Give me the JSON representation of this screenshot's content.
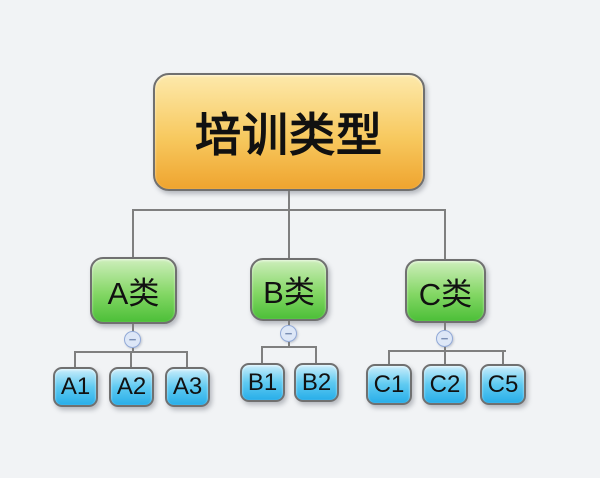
{
  "canvas": {
    "background": "#f1f3f5"
  },
  "diagram": {
    "type": "tree",
    "collapse_glyph": "−",
    "root": {
      "label": "培训类型"
    },
    "branches": [
      {
        "label": "A类",
        "children": [
          {
            "label": "A1"
          },
          {
            "label": "A2"
          },
          {
            "label": "A3"
          }
        ]
      },
      {
        "label": "B类",
        "children": [
          {
            "label": "B1"
          },
          {
            "label": "B2"
          }
        ]
      },
      {
        "label": "C类",
        "children": [
          {
            "label": "C1"
          },
          {
            "label": "C2"
          },
          {
            "label": "C5"
          }
        ]
      }
    ],
    "colors": {
      "root_top": "#fde9ab",
      "root_mid": "#f7c95f",
      "root_bottom": "#efa42f",
      "branch_top": "#cdeebb",
      "branch_mid": "#84d765",
      "branch_bottom": "#4cbf38",
      "leaf_top": "#c9edfb",
      "leaf_mid": "#5fcaf1",
      "leaf_bottom": "#28aee9",
      "connector": "#7f7f7f",
      "node_border": "#707070",
      "collapse_fill": "#dde7f7",
      "collapse_border": "#92aad8",
      "collapse_glyph_color": "#7b8fb5",
      "text": "#111111"
    }
  }
}
